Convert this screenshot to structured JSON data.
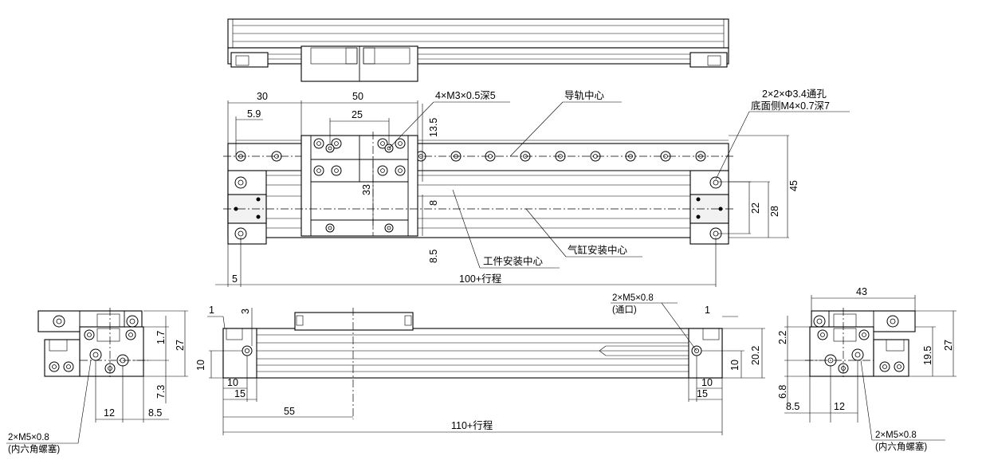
{
  "notes": {
    "hole_4xm3": "4×M3×0.5深5",
    "rail_center": "导轨中心",
    "thru_hole_line1": "2×2×Φ3.4通孔",
    "thru_hole_line2": "底面侧M4×0.7深7",
    "cylinder_center": "气缸安装中心",
    "work_center": "工件安装中心",
    "port_top_line1": "2×M5×0.8",
    "port_top_line2": "(通口)",
    "plug_left_line1": "2×M5×0.8",
    "plug_left_line2": "(内六角螺塞)",
    "plug_right_line1": "2×M5×0.8",
    "plug_right_line2": "(内六角螺塞)"
  },
  "dims": {
    "d30": "30",
    "d50": "50",
    "d5_9": "5.9",
    "d25": "25",
    "d13_5": "13.5",
    "d33": "33",
    "d8": "8",
    "d8_5_v": "8.5",
    "d45": "45",
    "d28": "28",
    "d22": "22",
    "d5": "5",
    "d100_stroke": "100+行程",
    "d1_left": "1",
    "d3": "3",
    "d10_left": "10",
    "d10_bottom_l": "10",
    "d15_l": "15",
    "d55": "55",
    "d110_stroke": "110+行程",
    "d1_right": "1",
    "d10_right": "10",
    "d20_2": "20.2",
    "d10_bottom_r": "10",
    "d15_r": "15",
    "lv_1_7": "1.7",
    "lv_27": "27",
    "lv_7_3": "7.3",
    "lv_12": "12",
    "lv_8_5": "8.5",
    "rv_43": "43",
    "rv_2_2": "2.2",
    "rv_19_5": "19.5",
    "rv_27": "27",
    "rv_6_8": "6.8",
    "rv_8_5": "8.5",
    "rv_12": "12"
  }
}
